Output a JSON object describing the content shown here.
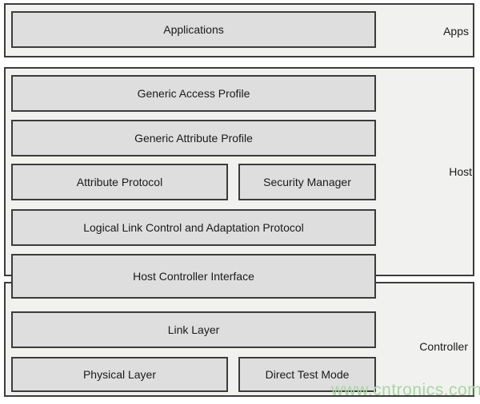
{
  "colors": {
    "section_fill": "#f1f1ef",
    "box_fill": "#dedede",
    "border": "#3c3c3c",
    "watermark_green": "#a7d7a0"
  },
  "sections": {
    "apps": {
      "label": "Apps"
    },
    "host": {
      "label": "Host"
    },
    "controller": {
      "label": "Controller"
    }
  },
  "boxes": {
    "applications": "Applications",
    "generic_access_profile": "Generic Access Profile",
    "generic_attribute_profile": "Generic Attribute Profile",
    "attribute_protocol": "Attribute Protocol",
    "security_manager": "Security Manager",
    "l2cap": "Logical Link Control and Adaptation Protocol",
    "host_controller_interface": "Host Controller Interface",
    "link_layer": "Link Layer",
    "physical_layer": "Physical Layer",
    "direct_test_mode": "Direct Test Mode"
  },
  "watermark": "www.cntronics.com"
}
